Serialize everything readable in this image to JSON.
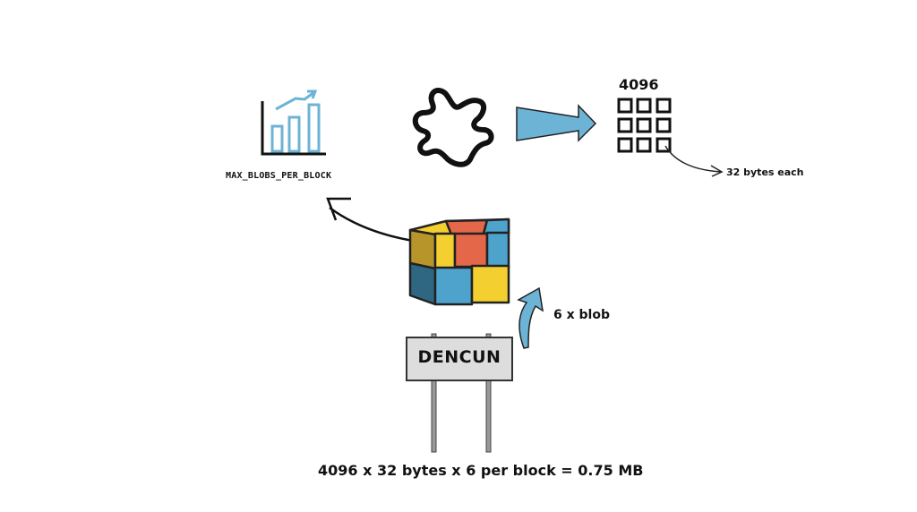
{
  "diagram": {
    "chart_icon_label": "MAX_BLOBS_PER_BLOCK",
    "grid_count_label": "4096",
    "grid_annotation": "32 bytes each",
    "sign_text": "DENCUN",
    "blob_arrow_label": "6 x blob",
    "formula": "4096 x 32 bytes x 6 per block = 0.75 MB"
  },
  "colors": {
    "accent_blue": "#6db3d6",
    "block_yellow": "#f3d02f",
    "block_red": "#e5674a",
    "block_blue": "#4da3cc",
    "block_dark_blue": "#2f6783",
    "block_olive": "#b8952a",
    "sign_fill": "#dddddd",
    "ink": "#111111"
  }
}
